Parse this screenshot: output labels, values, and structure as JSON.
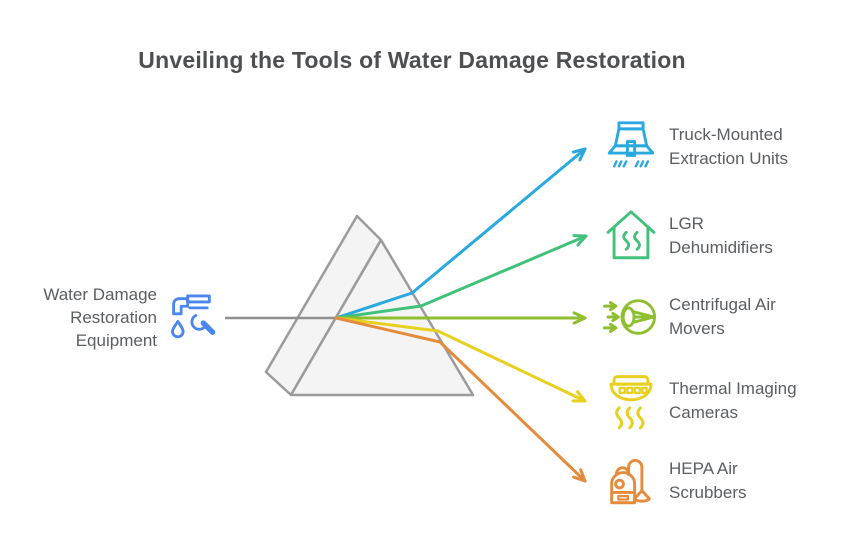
{
  "title": "Unveiling the Tools of Water Damage Restoration",
  "source": {
    "lines": [
      "Water Damage",
      "Restoration",
      "Equipment"
    ],
    "icon": "faucet-wrench-icon",
    "color": "#4a86ee"
  },
  "prism": {
    "fill": "#f4f4f4",
    "stroke": "#9b9b9b"
  },
  "beam_color": "#8f8f8f",
  "items": [
    {
      "lines": [
        "Truck-Mounted",
        "Extraction Units"
      ],
      "icon": "truck-mounted-extraction-icon",
      "color": "#29a9e0"
    },
    {
      "lines": [
        "LGR",
        "Dehumidifiers"
      ],
      "icon": "lgr-dehumidifier-icon",
      "color": "#42c17b"
    },
    {
      "lines": [
        "Centrifugal Air",
        "Movers"
      ],
      "icon": "centrifugal-air-mover-icon",
      "color": "#8fbe2e"
    },
    {
      "lines": [
        "Thermal Imaging",
        "Cameras"
      ],
      "icon": "thermal-imaging-camera-icon",
      "color": "#e8d021"
    },
    {
      "lines": [
        "HEPA Air",
        "Scrubbers"
      ],
      "icon": "hepa-air-scrubber-icon",
      "color": "#e58b3c"
    }
  ],
  "text_colors": {
    "title": "#4e4f51",
    "label": "#5b5e61"
  }
}
